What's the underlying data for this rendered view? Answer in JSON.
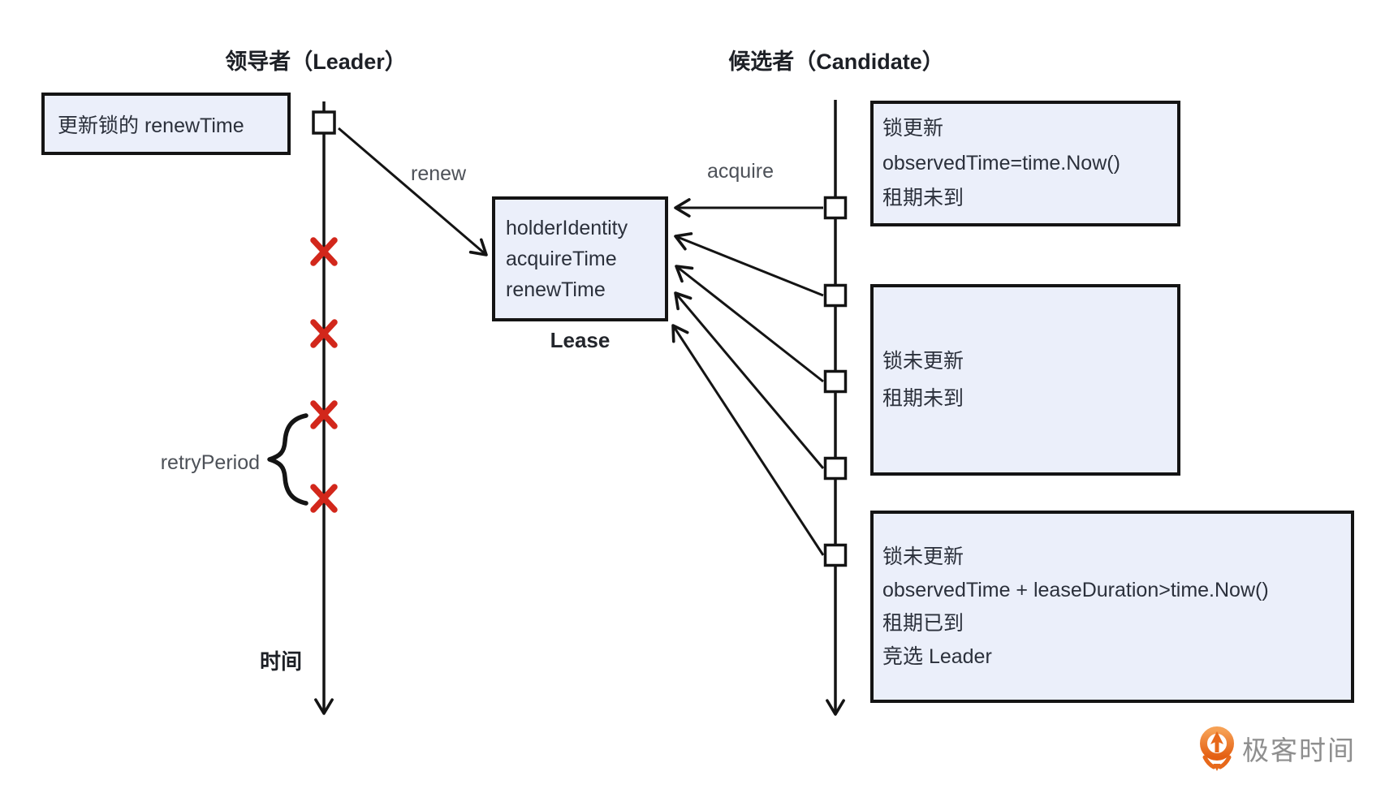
{
  "titles": {
    "leader": "领导者（Leader）",
    "candidate": "候选者（Candidate）"
  },
  "leader_note": {
    "text": "更新锁的 renewTime"
  },
  "labels": {
    "renew": "renew",
    "acquire": "acquire",
    "retry_period": "retryPeriod",
    "time_axis": "时间",
    "lease_caption": "Lease"
  },
  "lease_box": {
    "lines": [
      "holderIdentity",
      "acquireTime",
      "renewTime"
    ]
  },
  "candidate_boxes": [
    {
      "lines": [
        "锁更新",
        "observedTime=time.Now()",
        "租期未到"
      ]
    },
    {
      "lines": [
        "锁未更新",
        "租期未到"
      ]
    },
    {
      "lines": [
        "锁未更新",
        "observedTime + leaseDuration>time.Now()",
        "租期已到",
        "竞选 Leader"
      ]
    }
  ],
  "branding": {
    "logo_text": "极客时间"
  },
  "colors": {
    "box_fill": "#ebeffa",
    "box_border": "#141414",
    "line_black": "#141414",
    "cross_red": "#d2271b",
    "label_gray": "#4d5158",
    "logo_orange": "#ec6c1f",
    "logo_text_gray": "#8e8e8e"
  }
}
